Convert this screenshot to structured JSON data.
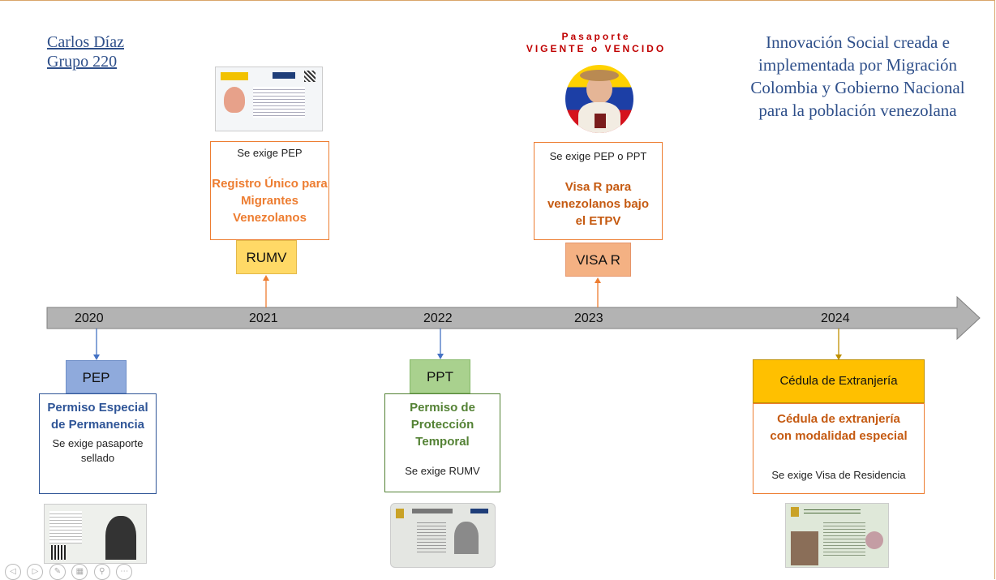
{
  "author": {
    "name": "Carlos Díaz",
    "group": "Grupo 220"
  },
  "intro": "Innovación Social creada e implementada por Migración Colombia y Gobierno Nacional para la población venezolana",
  "passport": {
    "line1": "Pasaporte",
    "line2": "VIGENTE o VENCIDO"
  },
  "years": [
    "2020",
    "2021",
    "2022",
    "2023",
    "2024"
  ],
  "pep": {
    "tag": "PEP",
    "title": "Permiso Especial de Permanencia",
    "req": "Se exige pasaporte sellado"
  },
  "rumv": {
    "tag": "RUMV",
    "title": "Registro Único para Migrantes Venezolanos",
    "req": "Se exige PEP"
  },
  "ppt": {
    "tag": "PPT",
    "title": "Permiso de Protección Temporal",
    "req": "Se exige RUMV"
  },
  "visa": {
    "tag": "VISA R",
    "title": "Visa R para venezolanos bajo el ETPV",
    "req": "Se exige PEP o PPT"
  },
  "cedula": {
    "tag": "Cédula de Extranjería",
    "title": "Cédula  de extranjería con modalidad especial",
    "req": "Se exige Visa de Residencia"
  },
  "colors": {
    "pep": "#2f5597",
    "rumv": "#ed7d31",
    "ppt": "#548235",
    "visa": "#c55a11",
    "cedula": "#c55a11",
    "arrow": "#b3b3b3"
  }
}
